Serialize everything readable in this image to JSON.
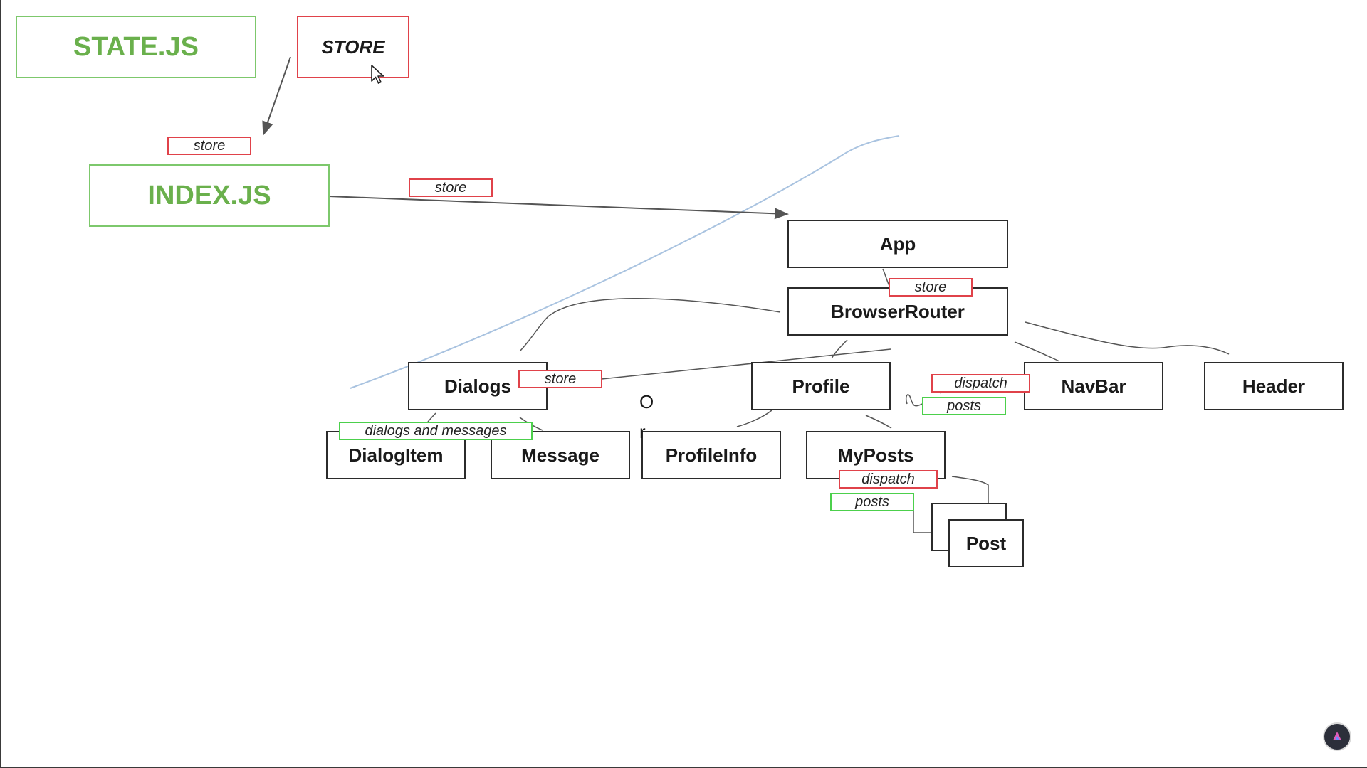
{
  "files": {
    "state_js": "STATE.JS",
    "index_js": "INDEX.JS",
    "store": "STORE"
  },
  "components": {
    "app": "App",
    "browser_router": "BrowserRouter",
    "dialogs": "Dialogs",
    "profile": "Profile",
    "navbar": "NavBar",
    "header": "Header",
    "dialog_item": "DialogItem",
    "message": "Message",
    "profile_info": "ProfileInfo",
    "my_posts": "MyPosts",
    "post": "Post"
  },
  "props": {
    "store_to_index": "store",
    "index_to_app": "store",
    "app_to_router": "store",
    "dialogs_store": "store",
    "dialogs_children": "dialogs and messages",
    "profile_dispatch": "dispatch",
    "profile_posts": "posts",
    "myposts_dispatch": "dispatch",
    "myposts_posts": "posts"
  },
  "stray_marks": {
    "letter_o": "O",
    "letter_r": "r"
  },
  "colors": {
    "file_green": "#6ab04c",
    "store_red": "#e0424a",
    "prop_green": "#4cd04c",
    "component_border": "#2b2b2b",
    "annotation_blue": "#a9c3e0"
  },
  "icons": {
    "cursor": "mouse-pointer-icon",
    "badge": "channel-logo-icon"
  }
}
